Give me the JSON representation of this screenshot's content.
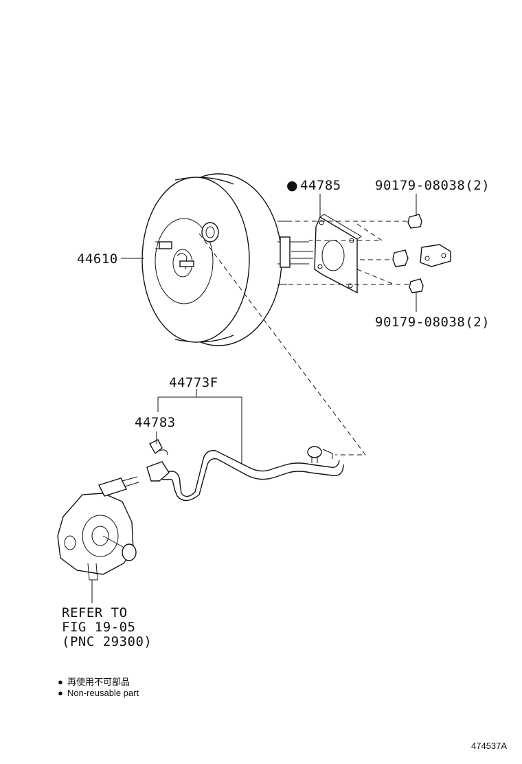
{
  "parts": {
    "booster": "44610",
    "gasket_marker": "●",
    "gasket": "44785",
    "nut_top": "90179-08038(2)",
    "nut_bottom": "90179-08038(2)",
    "hose_assy": "44773F",
    "clip": "44783"
  },
  "refer": {
    "line1": "REFER TO",
    "line2": "FIG 19-05",
    "line3": "(PNC 29300)"
  },
  "legend": {
    "items": [
      {
        "marker": "●",
        "text": "再使用不可部品"
      },
      {
        "marker": "●",
        "text": "Non-reusable part"
      }
    ]
  },
  "figure_id": "474537A"
}
